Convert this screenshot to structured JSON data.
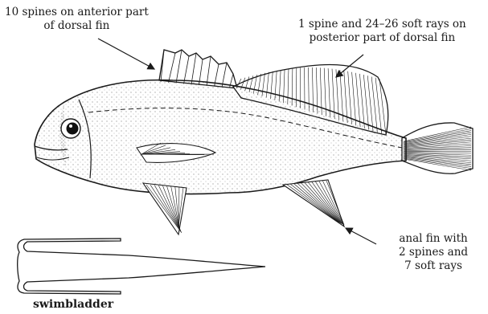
{
  "labels": {
    "dorsal_spines": [
      "10 spines on anterior part",
      "of dorsal fin"
    ],
    "dorsal_rays": [
      "1 spine and 24–26 soft rays on",
      "posterior part of dorsal fin"
    ],
    "anal_fin": [
      "anal fin with",
      "2 spines and",
      "7 soft rays"
    ],
    "swimbladder": "swimbladder"
  },
  "colors": {
    "ink": "#1a1a1a",
    "background": "#ffffff"
  }
}
